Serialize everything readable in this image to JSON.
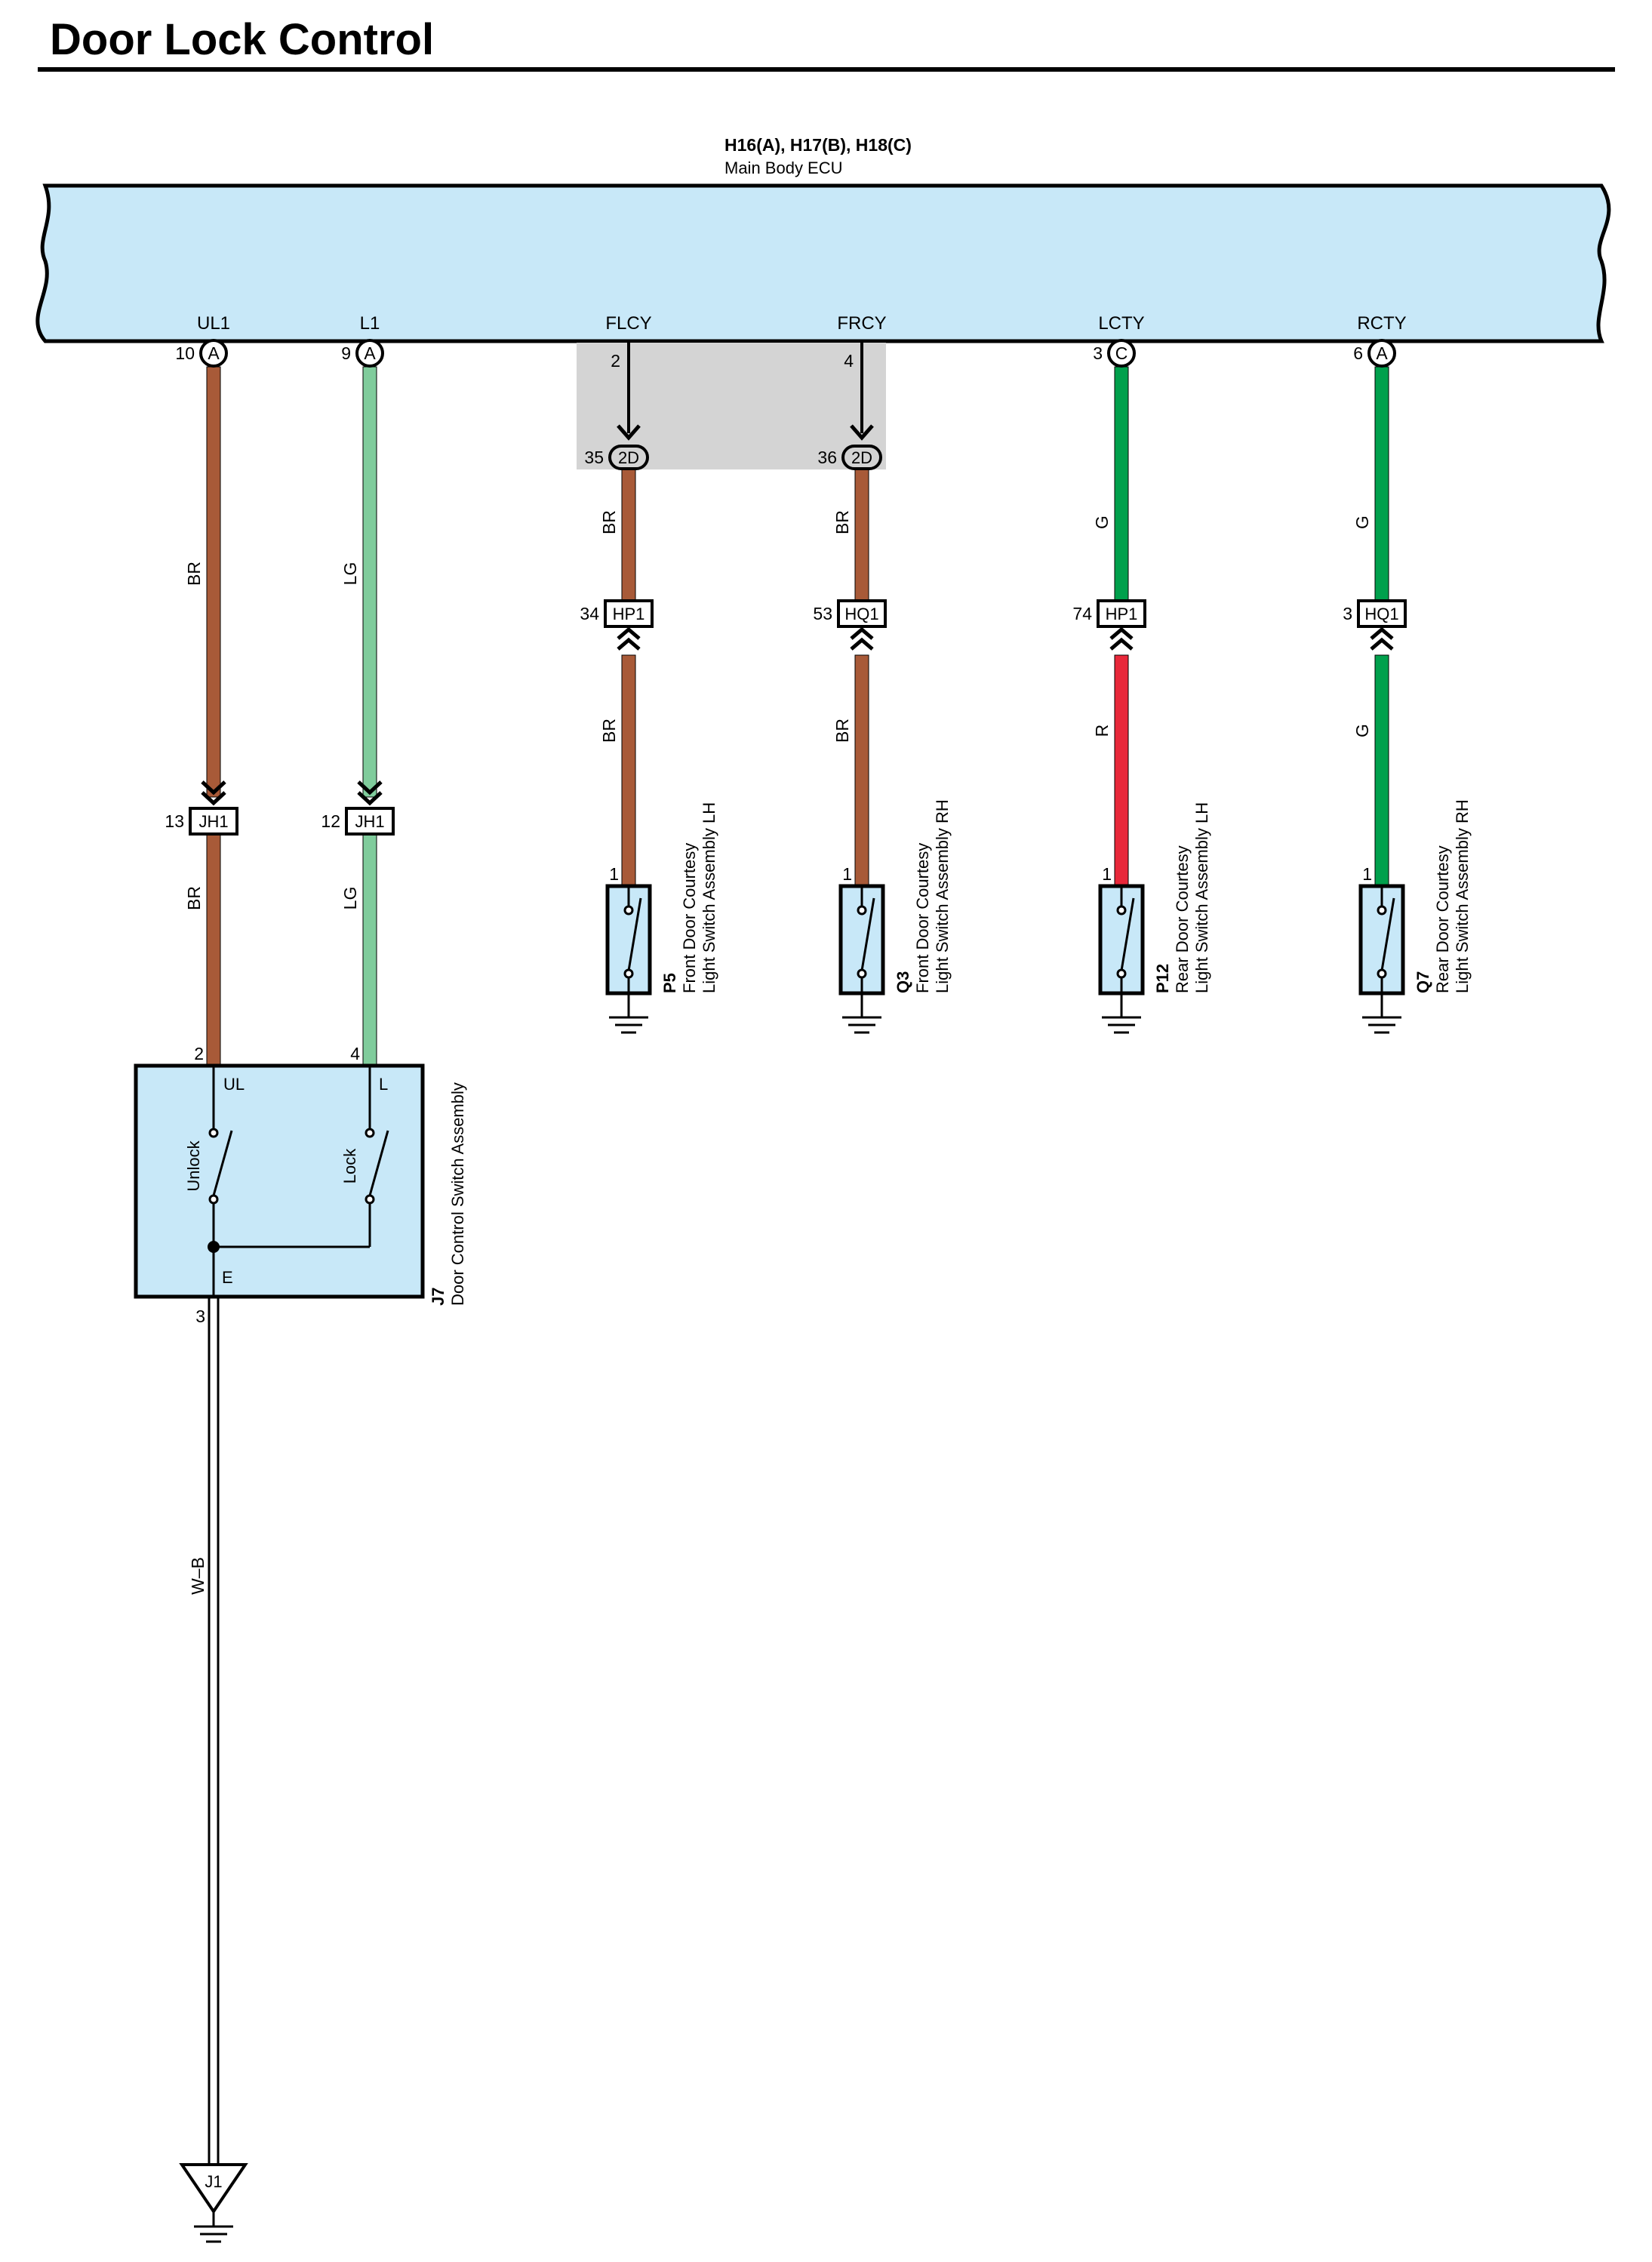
{
  "title": "Door Lock Control",
  "ecu": {
    "connectors": "H16(A), H17(B), H18(C)",
    "name": "Main Body ECU",
    "terminals": [
      {
        "name": "UL1",
        "pin": "10",
        "conn": "A"
      },
      {
        "name": "L1",
        "pin": "9",
        "conn": "A"
      },
      {
        "name": "FLCY",
        "pin": "2"
      },
      {
        "name": "FRCY",
        "pin": "4"
      },
      {
        "name": "LCTY",
        "pin": "3",
        "conn": "C"
      },
      {
        "name": "RCTY",
        "pin": "6",
        "conn": "A"
      }
    ]
  },
  "wires": {
    "ul1_upper": "BR",
    "ul1_lower": "BR",
    "l1_upper": "LG",
    "l1_lower": "LG",
    "flcy_upper": "BR",
    "flcy_lower": "BR",
    "frcy_upper": "BR",
    "frcy_lower": "BR",
    "lcty_upper": "G",
    "lcty_lower": "R",
    "rcty_upper": "G",
    "rcty_lower": "G",
    "ground": "W–B"
  },
  "connectors": {
    "ul1_jh1": {
      "pin": "13",
      "label": "JH1"
    },
    "l1_jh1": {
      "pin": "12",
      "label": "JH1"
    },
    "flcy_2d": {
      "pin": "35",
      "label": "2D"
    },
    "frcy_2d": {
      "pin": "36",
      "label": "2D"
    },
    "flcy_hp1": {
      "pin": "34",
      "label": "HP1"
    },
    "frcy_hq1": {
      "pin": "53",
      "label": "HQ1"
    },
    "lcty_hp1": {
      "pin": "74",
      "label": "HP1"
    },
    "rcty_hq1": {
      "pin": "3",
      "label": "HQ1"
    }
  },
  "courtesy_switches": [
    {
      "pin": "1",
      "code": "P5",
      "line1": "Front Door Courtesy",
      "line2": "Light Switch Assembly LH"
    },
    {
      "pin": "1",
      "code": "Q3",
      "line1": "Front Door Courtesy",
      "line2": "Light Switch Assembly RH"
    },
    {
      "pin": "1",
      "code": "P12",
      "line1": "Rear Door Courtesy",
      "line2": "Light Switch Assembly LH"
    },
    {
      "pin": "1",
      "code": "Q7",
      "line1": "Rear Door Courtesy",
      "line2": "Light Switch Assembly RH"
    }
  ],
  "door_switch": {
    "code": "J7",
    "name": "Door Control Switch Assembly",
    "pin_ul": "2",
    "pin_l": "4",
    "pin_e": "3",
    "term_ul": "UL",
    "term_l": "L",
    "term_e": "E",
    "unlock": "Unlock",
    "lock": "Lock"
  },
  "ground_point": "J1",
  "colors": {
    "ecu_fill": "#c8e8f8",
    "br": "#a85a38",
    "lg": "#80cc9c",
    "g": "#00a04c",
    "r": "#e8283a",
    "splice_fill": "#d4d4d4"
  }
}
